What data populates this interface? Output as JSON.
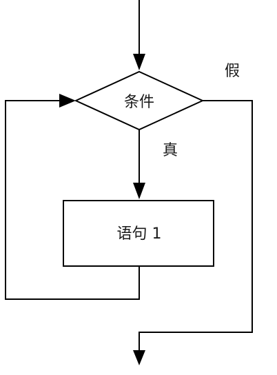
{
  "flowchart": {
    "condition_label": "条件",
    "statement_label": "语句 1",
    "true_label": "真",
    "false_label": "假"
  }
}
